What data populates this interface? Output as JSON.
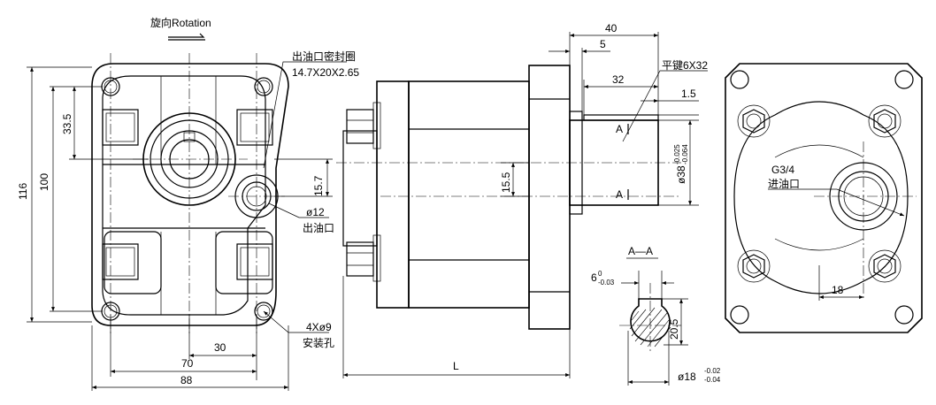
{
  "rotation_label": "旋向Rotation",
  "front_view": {
    "dims": {
      "overall_height": "116",
      "bolt_height": "100",
      "top_offset": "33.5",
      "outlet_offset": "15.7",
      "bolt_spacing_small": "30",
      "bolt_spacing_x": "70",
      "overall_width": "88"
    },
    "seal_label": "出油口密封圈",
    "seal_spec": "14.7X20X2.65",
    "outlet_dia": "ø12",
    "outlet_label": "出油口",
    "mount_holes": "4Xø9",
    "mount_label": "安装孔"
  },
  "side_view": {
    "dims": {
      "flange_to_end": "40",
      "flange_thk": "5",
      "key_len": "32",
      "key_depth": "1.5",
      "shaft_height": "15.5",
      "shaft_dia_base": "ø38",
      "shaft_dia_tol_upper": "-0.025",
      "shaft_dia_tol_lower": "-0.064",
      "overall_len": "L"
    },
    "key_label": "平键6X32",
    "section_mark": "A"
  },
  "section": {
    "title": "A—A",
    "key_width_base": "6",
    "key_width_tol_upper": "0",
    "key_width_tol_lower": "-0.03",
    "key_height": "20.5",
    "shaft_dia_base": "ø18",
    "shaft_dia_tol_upper": "-0.02",
    "shaft_dia_tol_lower": "-0.04"
  },
  "rear_view": {
    "inlet_thread": "G3/4",
    "inlet_label": "进油口",
    "inlet_offset": "18"
  }
}
